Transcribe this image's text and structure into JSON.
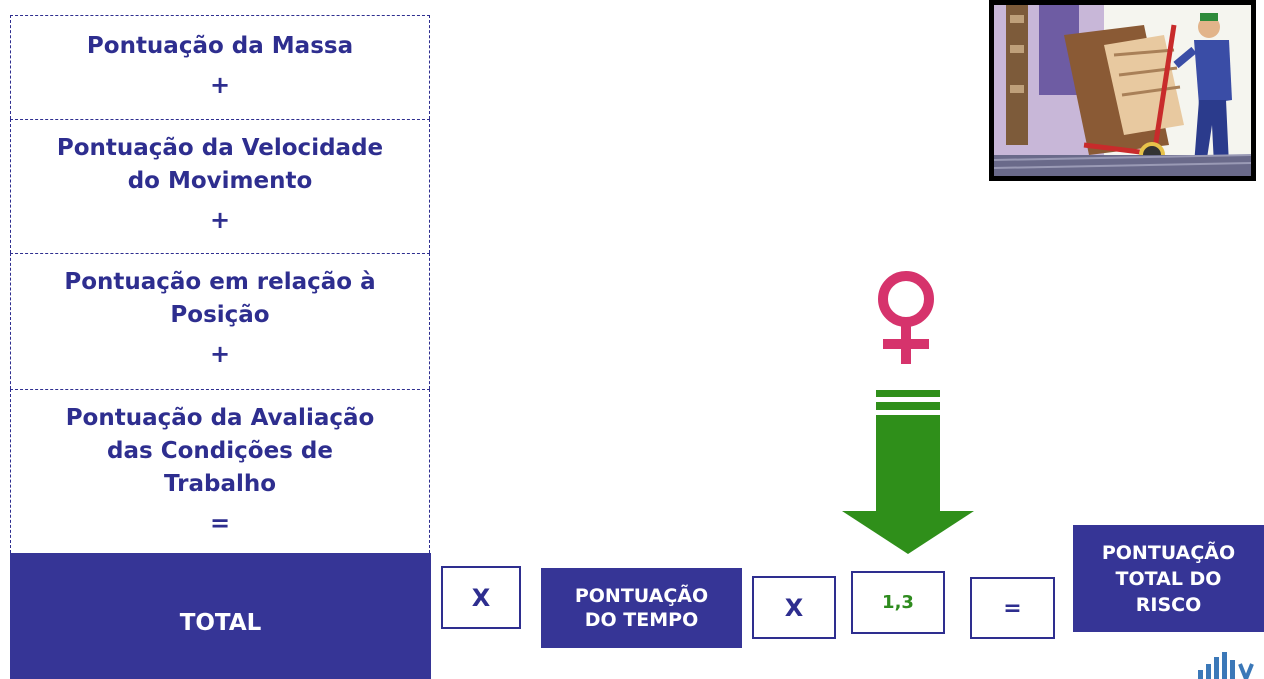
{
  "stack": {
    "massa": "Pontuação da Massa",
    "plus1": "+",
    "velocidade_l1": "Pontuação da Velocidade",
    "velocidade_l2": "do Movimento",
    "plus2": "+",
    "posicao_l1": "Pontuação em relação à",
    "posicao_l2": "Posição",
    "plus3": "+",
    "avaliacao_l1": "Pontuação da Avaliação",
    "avaliacao_l2": "das Condições de",
    "avaliacao_l3": "Trabalho",
    "equals": "=",
    "total": "TOTAL"
  },
  "equation": {
    "times1": "X",
    "tempo_l1": "PONTUAÇÃO",
    "tempo_l2": "DO TEMPO",
    "times2": "X",
    "factor": "1,3",
    "equals": "=",
    "risco_l1": "PONTUAÇÃO",
    "risco_l2": "TOTAL DO",
    "risco_l3": "RISCO"
  },
  "colors": {
    "navy": "#363596",
    "text_navy": "#2e2e8f",
    "factor_green": "#2e8b1e",
    "arrow_green": "#2f8f1a",
    "female_pink": "#d6336c"
  },
  "icons": {
    "female": "female-symbol-icon",
    "arrow": "down-arrow-icon",
    "clipart": "worker-handtruck-clipart",
    "logo": "bars-logo"
  }
}
